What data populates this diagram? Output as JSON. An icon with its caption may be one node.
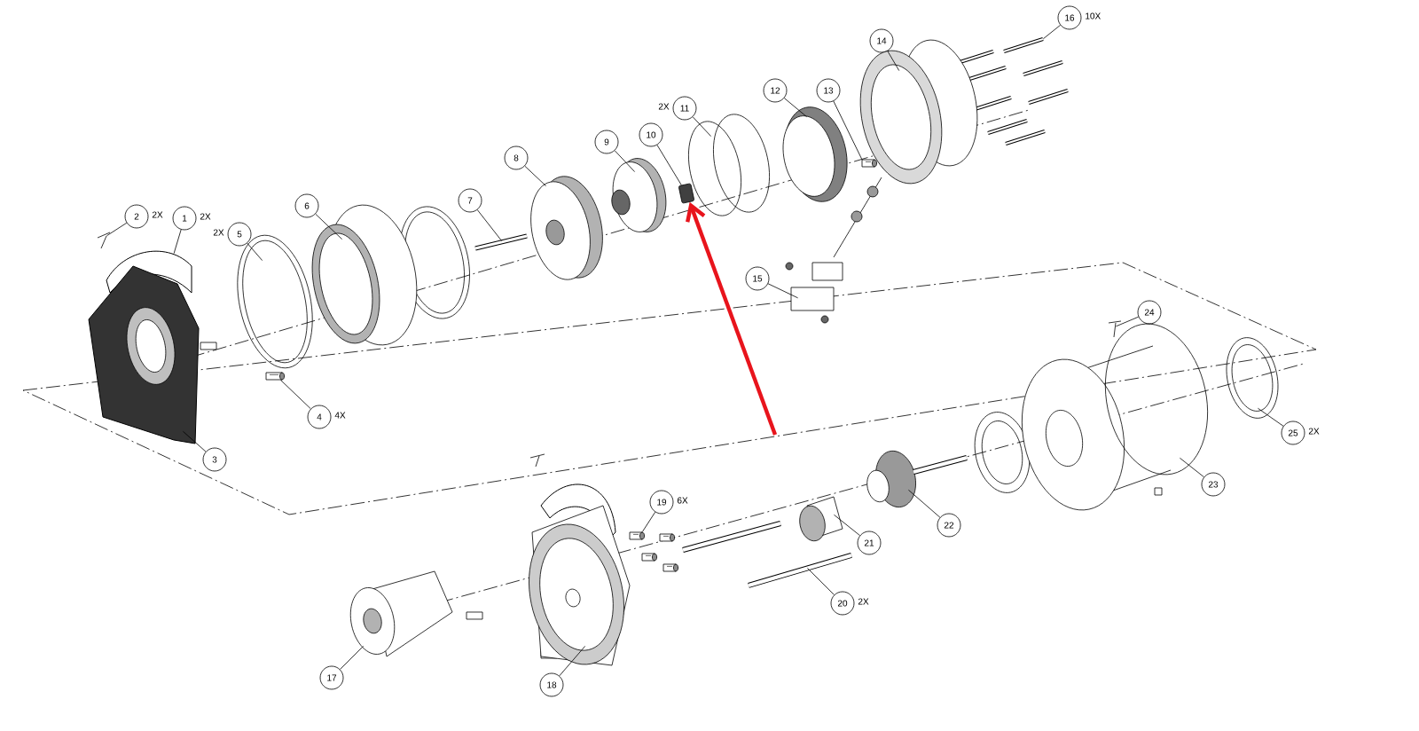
{
  "diagram": {
    "nodes": [
      {
        "text": [
          "1"
        ],
        "beside": [
          "2X"
        ]
      },
      {
        "text": [
          "2"
        ],
        "beside": [
          "2X"
        ]
      },
      {
        "text": [
          "3"
        ]
      },
      {
        "text": [
          "4"
        ],
        "beside": [
          "4X"
        ]
      },
      {
        "text": [
          "5"
        ],
        "beside": [
          "2X"
        ]
      },
      {
        "text": [
          "6"
        ]
      },
      {
        "text": [
          "7"
        ]
      },
      {
        "text": [
          "8"
        ]
      },
      {
        "text": [
          "9"
        ]
      },
      {
        "text": [
          "10"
        ]
      },
      {
        "text": [
          "11"
        ],
        "beside": [
          "2X"
        ]
      },
      {
        "text": [
          "12"
        ]
      },
      {
        "text": [
          "13"
        ]
      },
      {
        "text": [
          "14"
        ]
      },
      {
        "text": [
          "15"
        ]
      },
      {
        "text": [
          "16"
        ],
        "beside": [
          "10X"
        ]
      },
      {
        "text": [
          "17"
        ]
      },
      {
        "text": [
          "18"
        ]
      },
      {
        "text": [
          "19"
        ],
        "beside": [
          "6X"
        ]
      },
      {
        "text": [
          "20"
        ],
        "beside": [
          "2X"
        ]
      },
      {
        "text": [
          "21"
        ]
      },
      {
        "text": [
          "22"
        ]
      },
      {
        "text": [
          "23"
        ]
      },
      {
        "text": [
          "24"
        ]
      },
      {
        "text": [
          "25"
        ],
        "beside": [
          "2X"
        ]
      },
      {
        "text": [],
        "shape": "picture"
      },
      {
        "text": [],
        "shape": "picture"
      },
      {
        "text": [],
        "shape": "picture"
      },
      {
        "text": [],
        "shape": "picture"
      },
      {
        "text": [],
        "shape": "picture"
      },
      {
        "text": [],
        "shape": "picture"
      },
      {
        "text": [],
        "shape": "picture"
      },
      {
        "text": [],
        "shape": "picture"
      },
      {
        "text": [],
        "shape": "picture"
      },
      {
        "text": [],
        "shape": "picture"
      },
      {
        "text": [],
        "shape": "picture"
      },
      {
        "text": [],
        "shape": "picture"
      },
      {
        "text": [],
        "shape": "picture"
      },
      {
        "text": [],
        "shape": "picture"
      },
      {
        "text": [],
        "shape": "picture"
      },
      {
        "text": [],
        "shape": "picture"
      },
      {
        "text": [],
        "shape": "picture"
      },
      {
        "text": [],
        "shape": "picture"
      },
      {
        "text": [],
        "shape": "picture"
      },
      {
        "text": [],
        "shape": "picture"
      },
      {
        "text": [],
        "shape": "picture"
      },
      {
        "text": [],
        "shape": "picture"
      },
      {
        "text": [],
        "shape": "picture"
      },
      {
        "text": [],
        "shape": "picture"
      },
      {
        "text": [],
        "shape": "picture"
      }
    ],
    "edges": [
      {
        "from": 0,
        "to": 26,
        "arrow": "none"
      },
      {
        "from": 1,
        "to": 27,
        "arrow": "none"
      },
      {
        "from": 2,
        "to": 28,
        "arrow": "none"
      },
      {
        "from": 3,
        "to": 29,
        "arrow": "none"
      },
      {
        "from": 4,
        "to": 30,
        "arrow": "none"
      },
      {
        "from": 5,
        "to": 31,
        "arrow": "none"
      },
      {
        "from": 6,
        "to": 32,
        "arrow": "none"
      },
      {
        "from": 7,
        "to": 33,
        "arrow": "none"
      },
      {
        "from": 8,
        "to": 34,
        "arrow": "none"
      },
      {
        "from": 9,
        "to": 25,
        "arrow": "none"
      },
      {
        "from": 10,
        "to": 35,
        "arrow": "none"
      },
      {
        "from": 11,
        "to": 36,
        "arrow": "none"
      },
      {
        "from": 12,
        "to": 37,
        "arrow": "none"
      },
      {
        "from": 13,
        "to": 38,
        "arrow": "none"
      },
      {
        "from": 14,
        "to": 39,
        "arrow": "none"
      },
      {
        "from": 15,
        "to": 40,
        "arrow": "none"
      },
      {
        "from": 16,
        "to": 41,
        "arrow": "none"
      },
      {
        "from": 17,
        "to": 42,
        "arrow": "none"
      },
      {
        "from": 18,
        "to": 43,
        "arrow": "none"
      },
      {
        "from": 19,
        "to": 44,
        "arrow": "none"
      },
      {
        "from": 20,
        "to": 45,
        "arrow": "none"
      },
      {
        "from": 21,
        "to": 46,
        "arrow": "none"
      },
      {
        "from": 22,
        "to": 47,
        "arrow": "none"
      },
      {
        "from": 23,
        "to": 48,
        "arrow": "none"
      },
      {
        "from": 24,
        "to": 49,
        "arrow": "none"
      },
      {
        "from": null,
        "to": 25,
        "arrow": "to",
        "style": "thick",
        "color": "#e8141c"
      }
    ]
  }
}
